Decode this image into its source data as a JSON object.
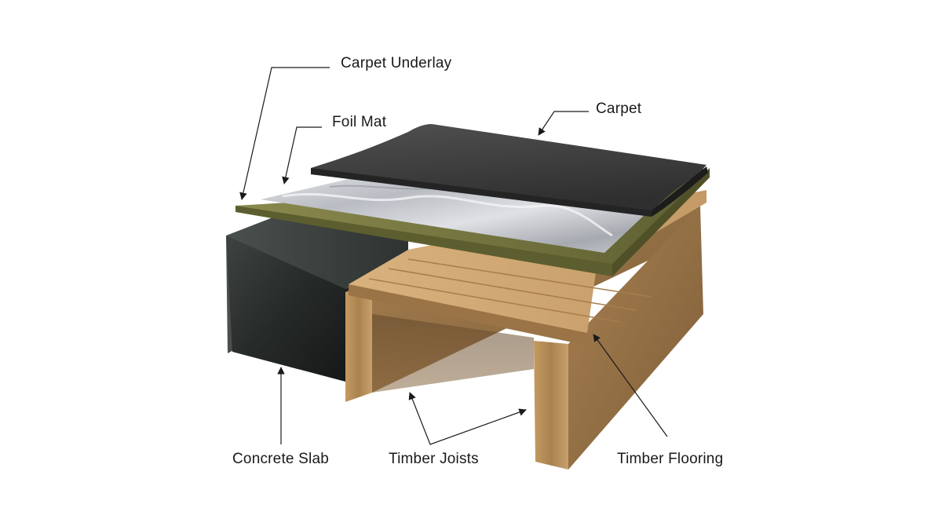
{
  "labels": {
    "carpet_underlay": "Carpet Underlay",
    "foil_mat": "Foil Mat",
    "carpet": "Carpet",
    "concrete_slab": "Concrete Slab",
    "timber_joists": "Timber Joists",
    "timber_flooring": "Timber Flooring"
  },
  "colors": {
    "carpet": "#3a3a3a",
    "foil": "#c9cbd0",
    "underlay": "#7a7a45",
    "concrete": "#2b2f2d",
    "timber": "#c29a66",
    "leader": "#1a1a1a"
  }
}
